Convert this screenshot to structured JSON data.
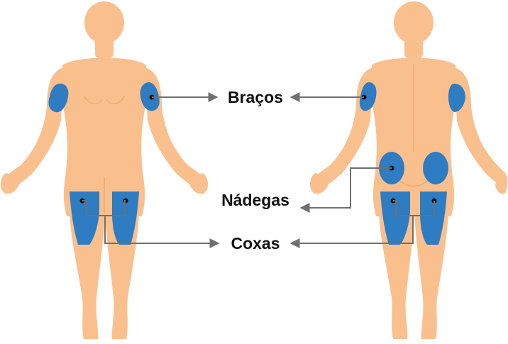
{
  "labels": {
    "arms": "Braços",
    "buttocks": "Nádegas",
    "thighs": "Coxas"
  },
  "colors": {
    "skin": "#F9C08E",
    "skin_shadow": "#EBA770",
    "injection_site": "#2E7CC2",
    "connector": "#707070",
    "label": "#111111"
  },
  "figures": [
    "front-view",
    "back-view"
  ]
}
